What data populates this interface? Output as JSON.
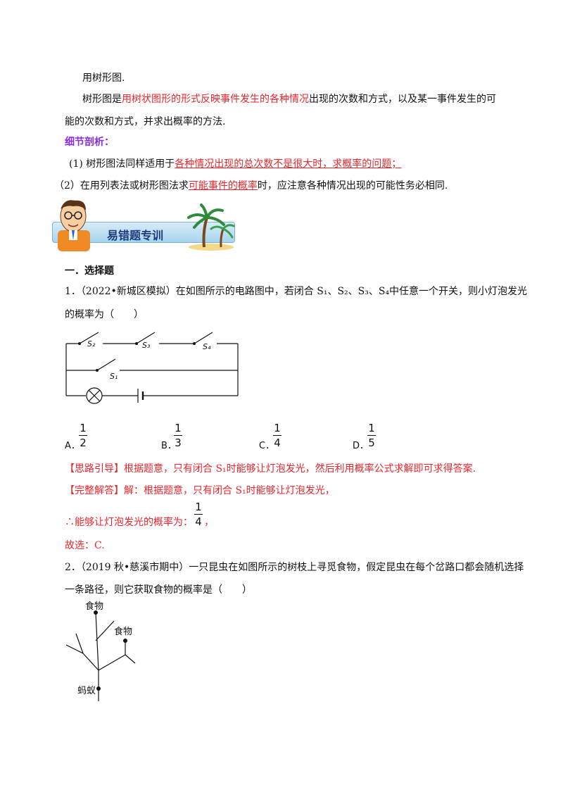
{
  "para1": "用树形图.",
  "para2_pre": "树形图是",
  "para2_red": "用树状图形的形式反映事件发生的各种情况",
  "para2_post": "出现的次数和方式，以及某一事件发生的可",
  "para3": "能的次数和方式，并求出概率的方法.",
  "detail_heading": "细节剖析：",
  "detail1_pre": "(1) 树形图法同样适用于",
  "detail1_red": "各种情况出现的总次数不是很大时，求概率的问题；",
  "detail2_pre": "（2）在用列表法或树形图法求",
  "detail2_red": "可能事件的概率",
  "detail2_post": "时，应注意各种情况出现的可能性务必相同.",
  "banner_title": "易错题专训",
  "section_heading": "一．选择题",
  "q1": {
    "line1": "1．（2022•新城区模拟）在如图所示的电路图中，若闭合 S₁、S₂、S₃、S₄中任意一个开关，则小灯泡发光",
    "line2": "的概率为（　　）",
    "switch_labels": [
      "S₂",
      "S₃",
      "S₄",
      "S₁"
    ],
    "options": [
      {
        "letter": "A．",
        "num": "1",
        "den": "2"
      },
      {
        "letter": "B．",
        "num": "1",
        "den": "3"
      },
      {
        "letter": "C．",
        "num": "1",
        "den": "4"
      },
      {
        "letter": "D．",
        "num": "1",
        "den": "5"
      }
    ],
    "hint_label": "【思路引导】",
    "hint_text": "根据题意，只有闭合 S₁时能够让灯泡发光，然后利用概率公式求解即可求得答案.",
    "answer_label": "【完整解答】",
    "answer_text": "解：根据题意，只有闭合 S₁时能够让灯泡发光，",
    "therefore_text": "∴能够让灯泡发光的概率为：",
    "therefore_num": "1",
    "therefore_den": "4",
    "therefore_tail": "，",
    "choose": "故选：C."
  },
  "q2": {
    "line1": "2．（2019 秋•慈溪市期中）一只昆虫在如图所示的树枝上寻觅食物，假定昆虫在每个岔路口都会随机选择",
    "line2": "一条路径，则它获取食物的概率是（　　）",
    "food_label_1": "食物",
    "food_label_2": "食物",
    "ant_label": "蚂蚁"
  },
  "colors": {
    "red": "#e8262c",
    "purple": "#8a2be2",
    "banner_text": "#1e3a7a"
  }
}
